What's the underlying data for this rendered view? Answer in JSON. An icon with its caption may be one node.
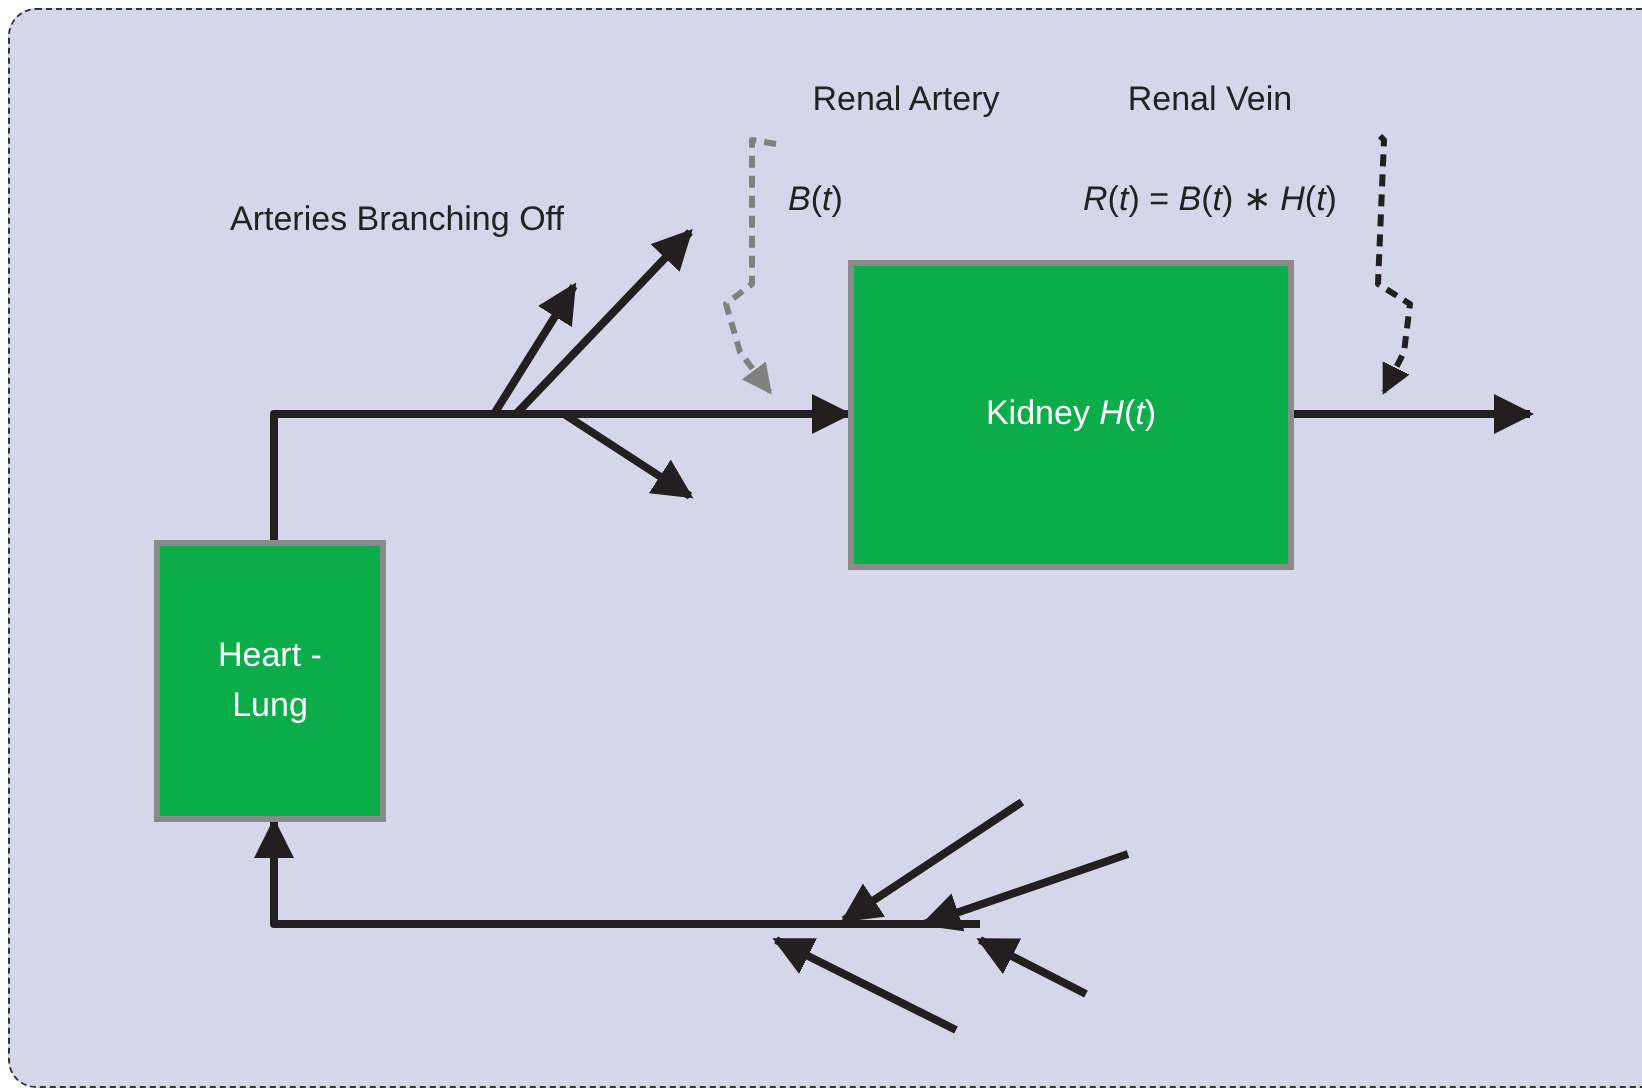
{
  "diagram": {
    "nodes": [
      {
        "text": [
          "Heart - Lung"
        ]
      },
      {
        "text": [
          "Kidney *H*(*t*)"
        ]
      },
      {
        "text": [
          "Renal Artery",
          "*B*(*t*)"
        ]
      },
      {
        "text": [
          "Renal Vein",
          "*R*(*t*) = *B*(*t*) ∗ *H*(*t*)"
        ]
      }
    ],
    "edges": [
      {
        "from": 0,
        "to": 1,
        "arrow": "to"
      },
      {
        "from": 1,
        "to": null,
        "arrow": "to"
      },
      {
        "from": null,
        "to": 0,
        "arrow": "to"
      },
      {
        "from": 2,
        "to": null,
        "arrow": "to",
        "style": "dashed",
        "color": "#808080"
      },
      {
        "from": 3,
        "to": null,
        "arrow": "to",
        "style": "dashed"
      }
    ],
    "labels": [
      "Arteries Branching Off"
    ]
  }
}
